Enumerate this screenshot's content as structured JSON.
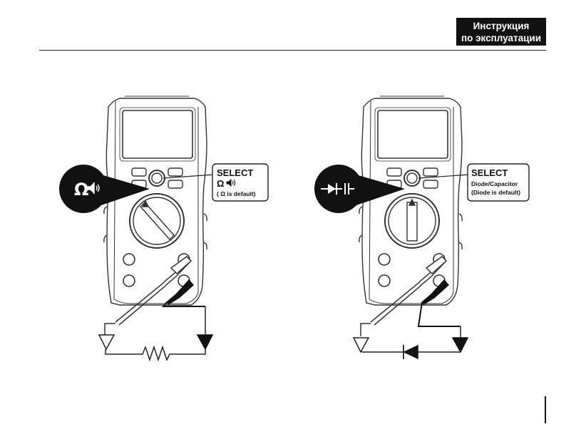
{
  "header": {
    "line1": "Инструкция",
    "line2": "по эксплуатации"
  },
  "figures": {
    "left": {
      "mode_symbol": "Ω",
      "callout_title": "SELECT",
      "callout_line2": "Ω",
      "callout_line3": "( Ω is default)"
    },
    "right": {
      "callout_title": "SELECT",
      "callout_line2": "Diode/Capacitor",
      "callout_line3": "(Diode is default)"
    }
  },
  "icons": {
    "continuity": "speaker-icon",
    "diode": "diode-icon",
    "capacitor": "capacitor-icon"
  },
  "colors": {
    "ink": "#111111",
    "paper": "#ffffff"
  }
}
